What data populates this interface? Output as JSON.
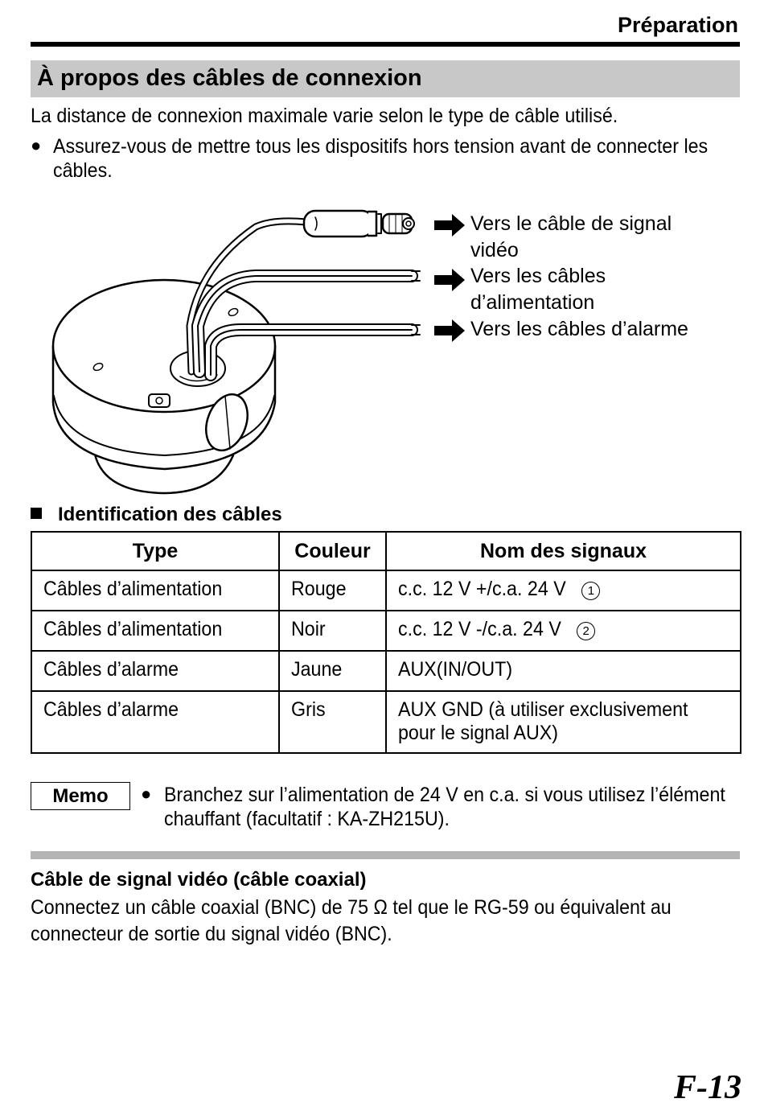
{
  "header": {
    "section": "Préparation"
  },
  "section": {
    "title": "À propos des câbles de connexion",
    "intro": "La distance de connexion maximale varie selon le type de câble utilisé.",
    "bullet": "Assurez-vous de mettre tous les dispositifs hors tension avant de connecter les câbles."
  },
  "diagram": {
    "callouts": [
      {
        "text": "Vers le câble de signal vidéo"
      },
      {
        "text": "Vers les câbles d’alimentation"
      },
      {
        "text": "Vers les câbles d’alarme"
      }
    ]
  },
  "table": {
    "heading": "Identification des câbles",
    "columns": [
      "Type",
      "Couleur",
      "Nom des signaux"
    ],
    "rows": [
      {
        "type": "Câbles d’alimentation",
        "color": "Rouge",
        "signal": "c.c. 12 V +/c.a. 24 V",
        "mark": "1"
      },
      {
        "type": "Câbles d’alimentation",
        "color": "Noir",
        "signal": "c.c. 12 V -/c.a. 24 V",
        "mark": "2"
      },
      {
        "type": "Câbles d’alarme",
        "color": "Jaune",
        "signal": "AUX(IN/OUT)"
      },
      {
        "type": "Câbles d’alarme",
        "color": "Gris",
        "signal": "AUX GND (à utiliser exclusivement pour le signal AUX)"
      }
    ]
  },
  "memo": {
    "label": "Memo",
    "text": "Branchez sur l’alimentation de 24 V en c.a. si vous utilisez l’élément chauffant (facultatif : KA-ZH215U)."
  },
  "coax": {
    "title": "Câble de signal vidéo (câble coaxial)",
    "text": "Connectez un câble coaxial (BNC) de 75 Ω tel que le RG-59 ou équivalent au connecteur de sortie du signal vidéo (BNC)."
  },
  "page_number": "F-13",
  "colors": {
    "section_band": "#c8c8c8",
    "rule_grey": "#b4b4b4"
  }
}
